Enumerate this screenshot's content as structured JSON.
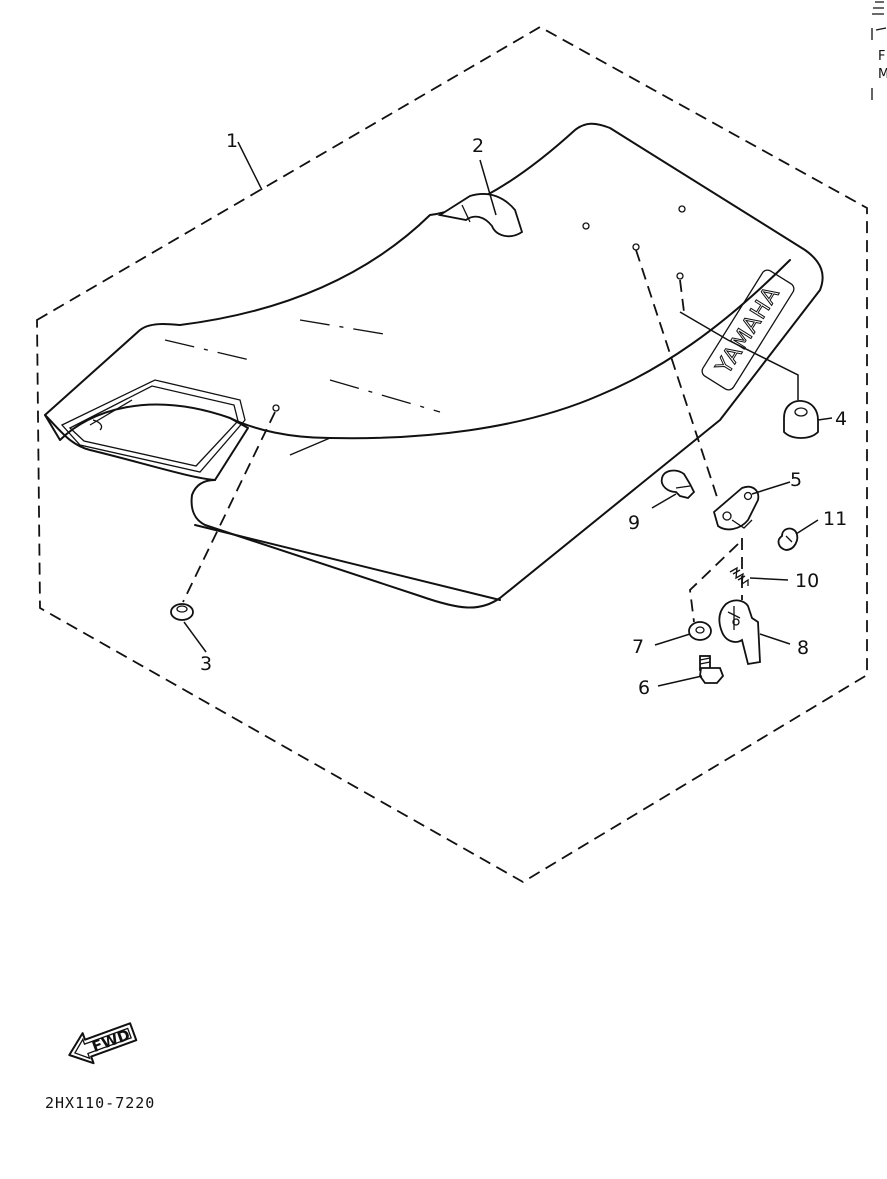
{
  "callouts": [
    "1",
    "2",
    "3",
    "4",
    "5",
    "6",
    "7",
    "8",
    "9",
    "10",
    "11"
  ],
  "seat_logo": "YAMAHA",
  "forward_marker": "FWD",
  "diagram_code": "2HX110-7220",
  "corner_marks": [
    "F",
    "M"
  ]
}
